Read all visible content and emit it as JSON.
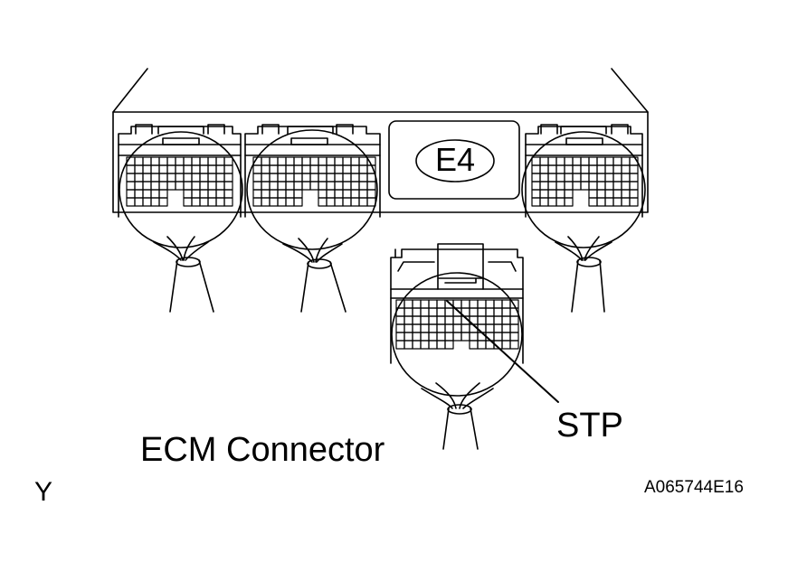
{
  "labels": {
    "connector_code": "E4",
    "terminal": "STP",
    "caption": "ECM Connector",
    "figure_code": "A065744E16",
    "corner_mark": "Y"
  },
  "colors": {
    "line": "#000000",
    "background": "#ffffff"
  }
}
